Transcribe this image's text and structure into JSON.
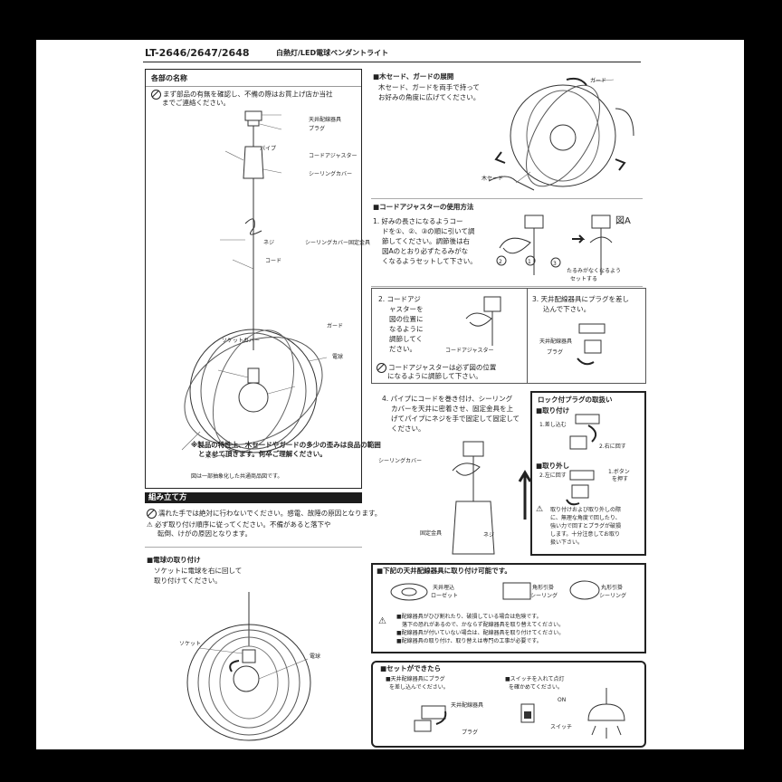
{
  "header": {
    "model": "LT-2646/2647/2648",
    "product": "白熱灯/LED電球ペンダントライト"
  },
  "parts": {
    "title": "各部の名称",
    "notice_line1": "まず部品の有無を確認し、不備の際はお買上げ店か当社",
    "notice_line2": "までご連絡ください。",
    "labels": [
      "天井配線器具",
      "プラグ",
      "パイプ",
      "コードアジャスター",
      "シーリングカバー",
      "ネジ",
      "シーリングカバー固定金具",
      "コード",
      "ガード",
      "ソケットカバー",
      "電球",
      "木セード"
    ],
    "footnote_line1": "※製品の特性上、木セードやガードの多少の歪みは良品の範囲",
    "footnote_line2": "とさせて頂きます。何卒ご理解ください。",
    "figure_note": "図は一部抽象化した共通商品図です。"
  },
  "assembly": {
    "title": "組み立て方",
    "warn1": "濡れた手では絶対に行わないでください。感電、故障の原因となります。",
    "warn2_line1": "必ず取り付け順序に従ってください。不備があると落下や",
    "warn2_line2": "転倒、けがの原因となります。"
  },
  "bulb": {
    "title": "■電球の取り付け",
    "line1": "ソケットに電球を右に回して",
    "line2": "取り付けてください。",
    "label_socket": "ソケット",
    "label_bulb": "電球"
  },
  "shade": {
    "title": "■木セード、ガードの展開",
    "line1": "木セード、ガードを両手で持って",
    "line2": "お好みの角度に広げてください。",
    "label_guard": "ガード",
    "label_shade": "木セード"
  },
  "adjuster": {
    "title": "■コードアジャスターの使用方法",
    "step1": [
      "1. 好みの長さになるようコー",
      "ドを①、②、③の順に引いて調",
      "節してください。調節後は右",
      "図Aのとおり必ずたるみがな",
      "くなるようセットして下さい。"
    ],
    "figA": "図A",
    "figA_note": [
      "たるみがなくなるよう",
      "セットする"
    ],
    "step2": [
      "2. コードアジ",
      "ャスターを",
      "図の位置に",
      "なるように",
      "調節してく",
      "ださい。"
    ],
    "step2_label": "コードアジャスター",
    "step2_warn": [
      "コードアジャスターは必ず図の位置",
      "になるように調節して下さい。"
    ],
    "step3": [
      "3. 天井配線器具にプラグを差し",
      "込んで下さい。"
    ],
    "step3_labels": [
      "天井配線器具",
      "プラグ"
    ],
    "step4": [
      "4. パイプにコードを巻き付け、シーリング",
      "カバーを天井に密着させ、固定金具を上",
      "げてパイプにネジを手で固定して固定して",
      "ください。"
    ],
    "step4_labels": [
      "シーリングカバー",
      "固定金具",
      "ネジ"
    ]
  },
  "lock": {
    "title": "ロック付プラグの取扱い",
    "attach": "■取り付け",
    "attach_steps": [
      "1.差し込む",
      "2.右に回す"
    ],
    "detach": "■取り外し",
    "detach_steps": [
      "2.左に回す",
      "1.ボタン",
      "を押す"
    ],
    "warning": [
      "取り付けおよび取り外しの際",
      "に、無理な角度で回したり、",
      "強い力で回すとプラグが破損",
      "します。十分注意してお取り",
      "扱い下さい。"
    ]
  },
  "ceiling": {
    "title": "■下記の天井配線器具に取り付け可能です。",
    "types": [
      [
        "天井埋込",
        "ローゼット"
      ],
      [
        "角形引掛",
        "シーリング"
      ],
      [
        "丸形引掛",
        "シーリング"
      ]
    ],
    "warn": [
      "■配線器具がひび割れたり、破損している場合は危険です。",
      "落下の恐れがあるので、かならず配線器具を取り替えてください。",
      "■配線器具が付いていない場合は、配線器具を取り付けてください。",
      "■配線器具の取り付け、取り替えは専門の工事が必要です。"
    ]
  },
  "finish": {
    "title": "■セットができたら",
    "step_a": [
      "■天井配線器具にプラグ",
      "を差し込んでください。"
    ],
    "step_b": [
      "■スイッチを入れて点灯",
      "を確かめてください。"
    ],
    "labels": [
      "天井配線器具",
      "プラグ",
      "ON",
      "スイッチ"
    ]
  }
}
